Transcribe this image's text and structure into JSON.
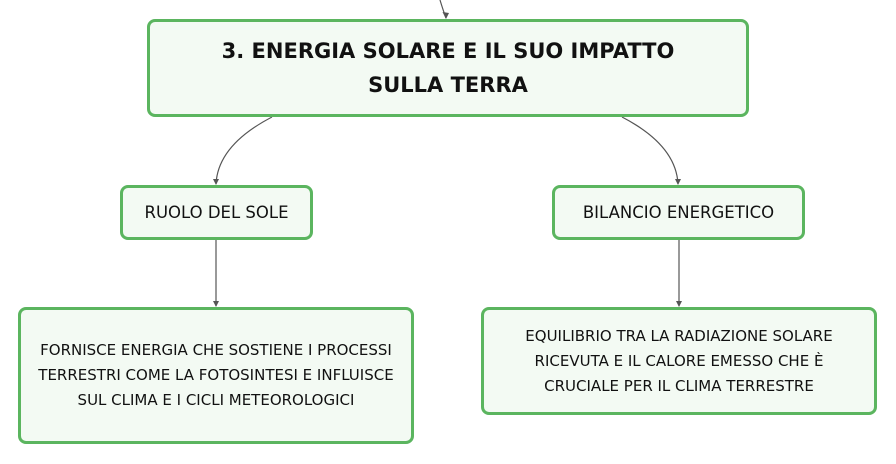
{
  "colors": {
    "node_border": "#5bb55f",
    "node_fill": "#f3faf3",
    "connector": "#555555"
  },
  "diagram": {
    "main_topic": "3. ENERGIA SOLARE E IL SUO IMPATTO SULLA TERRA",
    "branches": [
      {
        "label": "RUOLO DEL SOLE",
        "detail": "FORNISCE ENERGIA CHE SOSTIENE I PROCESSI TERRESTRI COME LA FOTOSINTESI E INFLUISCE SUL CLIMA E I CICLI METEOROLOGICI"
      },
      {
        "label": "BILANCIO ENERGETICO",
        "detail": "EQUILIBRIO TRA LA RADIAZIONE SOLARE RICEVUTA E IL CALORE EMESSO CHE È CRUCIALE PER IL CLIMA TERRESTRE"
      }
    ]
  }
}
